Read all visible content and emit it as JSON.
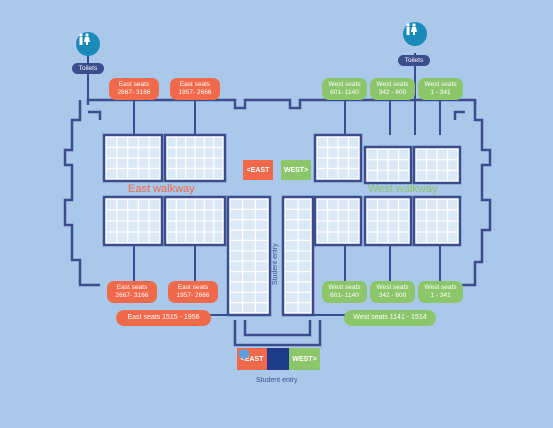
{
  "toilets": {
    "left_label": "Toilets",
    "right_label": "Toilets"
  },
  "top_badges": {
    "east_1": {
      "title": "East seats",
      "range": "2667- 3166"
    },
    "east_2": {
      "title": "East seats",
      "range": "1957- 2666"
    },
    "west_1": {
      "title": "West seats",
      "range": "601- 1140"
    },
    "west_2": {
      "title": "West seats",
      "range": "342 - 600"
    },
    "west_3": {
      "title": "West seats",
      "range": "1 - 341"
    }
  },
  "bottom_badges": {
    "east_1": {
      "title": "East seats",
      "range": "2667- 3166"
    },
    "east_2": {
      "title": "East seats",
      "range": "1957- 2666"
    },
    "west_1": {
      "title": "West seats",
      "range": "601- 1140"
    },
    "west_2": {
      "title": "West seats",
      "range": "342 - 600"
    },
    "west_3": {
      "title": "West seats",
      "range": "1 - 341"
    }
  },
  "wide_badges": {
    "east": "East seats 1515 - 1956",
    "west": "West seats 1141 - 1514"
  },
  "walkways": {
    "east": "East walkway",
    "west": "West walkway"
  },
  "signs": {
    "east": "<EAST",
    "west": "WEST>"
  },
  "vertical_entry": "Student entry",
  "bottom_entry": "Student entry",
  "colors": {
    "east": "#f0694a",
    "west": "#8cc66a",
    "structure": "#3c4d8e",
    "seat": "#dbe9f7",
    "background": "#a9c8ea"
  }
}
